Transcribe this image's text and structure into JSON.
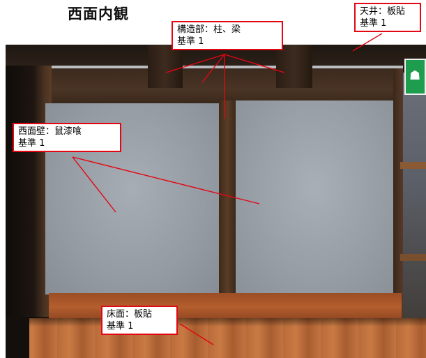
{
  "page_title": "西面内観",
  "exit_sign_glyph": "☗",
  "callouts": {
    "structure": {
      "line1": "構造部：柱、梁",
      "line2": "基準 1"
    },
    "ceiling": {
      "line1": "天井：板貼",
      "line2": "基準 1"
    },
    "west_wall": {
      "line1": "西面壁：鼠漆喰",
      "line2": "基準 1"
    },
    "floor": {
      "line1": "床面：板貼",
      "line2": "基準 1"
    }
  },
  "colors": {
    "callout_border": "#e30613",
    "leader_line": "#e30613",
    "exit_sign": "#1f9d4f"
  }
}
